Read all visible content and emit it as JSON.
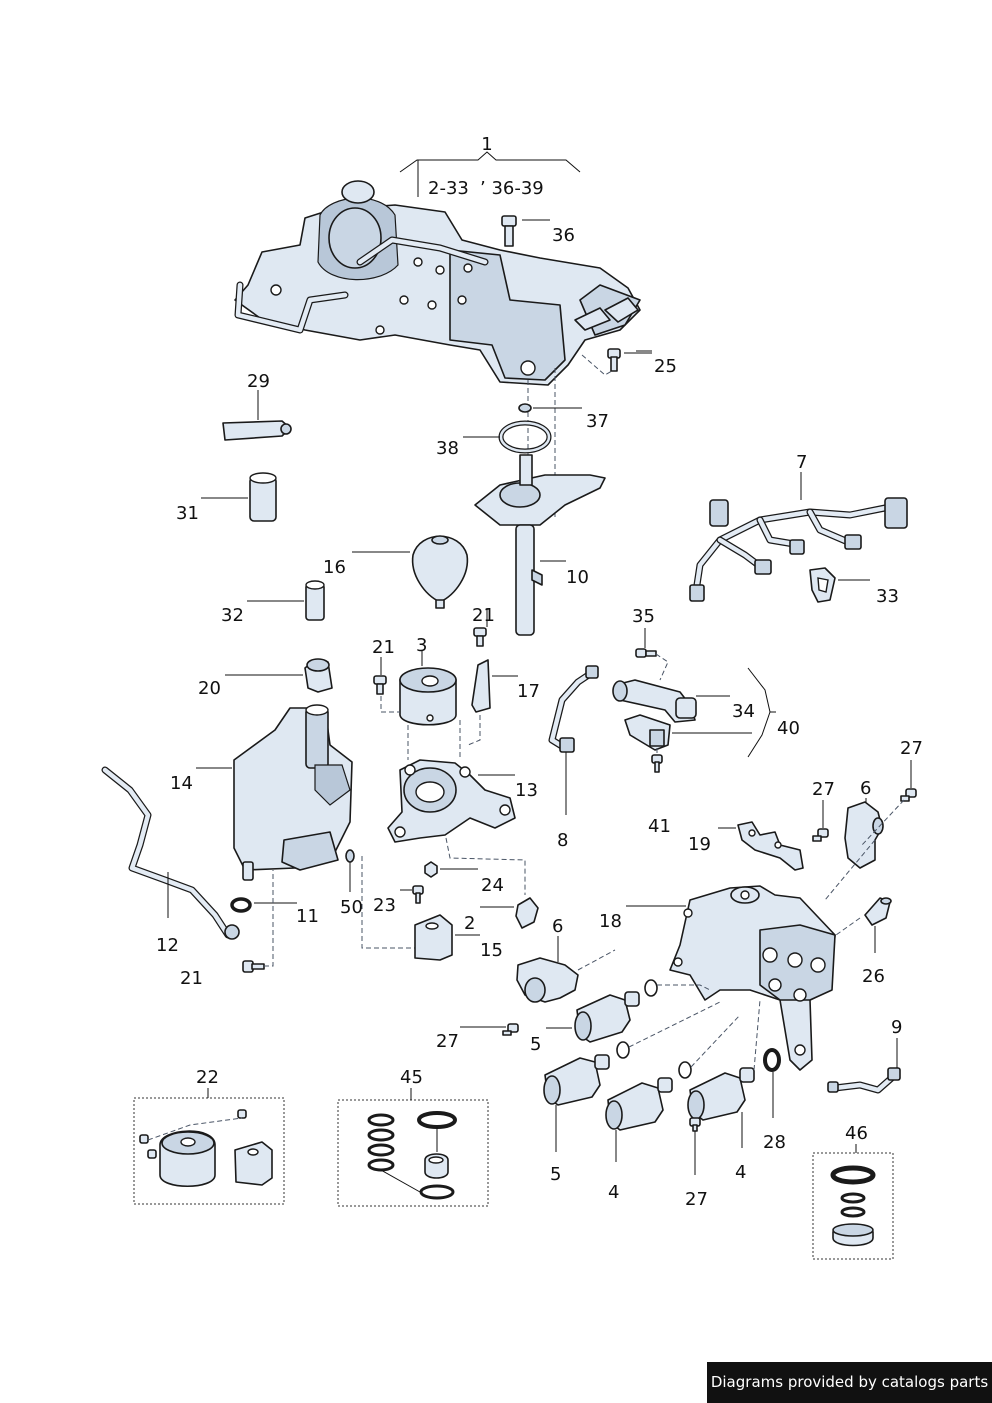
{
  "labels": {
    "l1": "1",
    "l2_33": "2-33",
    "l36_39": "’ 36-39",
    "l36": "36",
    "l25": "25",
    "l29": "29",
    "l37": "37",
    "l38": "38",
    "l31": "31",
    "l7": "7",
    "l10": "10",
    "l16": "16",
    "l33": "33",
    "l35": "35",
    "l32": "32",
    "l21a": "21",
    "l21b": "21",
    "l3": "3",
    "l20": "20",
    "l17": "17",
    "l34": "34",
    "l40": "40",
    "l14": "14",
    "l13": "13",
    "l27a": "27",
    "l6a": "6",
    "l8": "8",
    "l41": "41",
    "l27b": "27",
    "l19": "19",
    "l24": "24",
    "l23": "23",
    "l11": "11",
    "l50": "50",
    "l2": "2",
    "l18": "18",
    "l12": "12",
    "l6b": "6",
    "l15": "15",
    "l26": "26",
    "l21c": "21",
    "l27c": "27",
    "l5a": "5",
    "l9": "9",
    "l22": "22",
    "l45": "45",
    "l28": "28",
    "l46": "46",
    "l5b": "5",
    "l4a": "4",
    "l4b": "4",
    "l27d": "27"
  },
  "footer": {
    "text": "Diagrams provided by catalogs parts"
  },
  "colors": {
    "part_fill": "#dfe8f2",
    "part_shade": "#b8c7d8",
    "outline": "#1a1a1a",
    "footer_bg": "#111111"
  }
}
